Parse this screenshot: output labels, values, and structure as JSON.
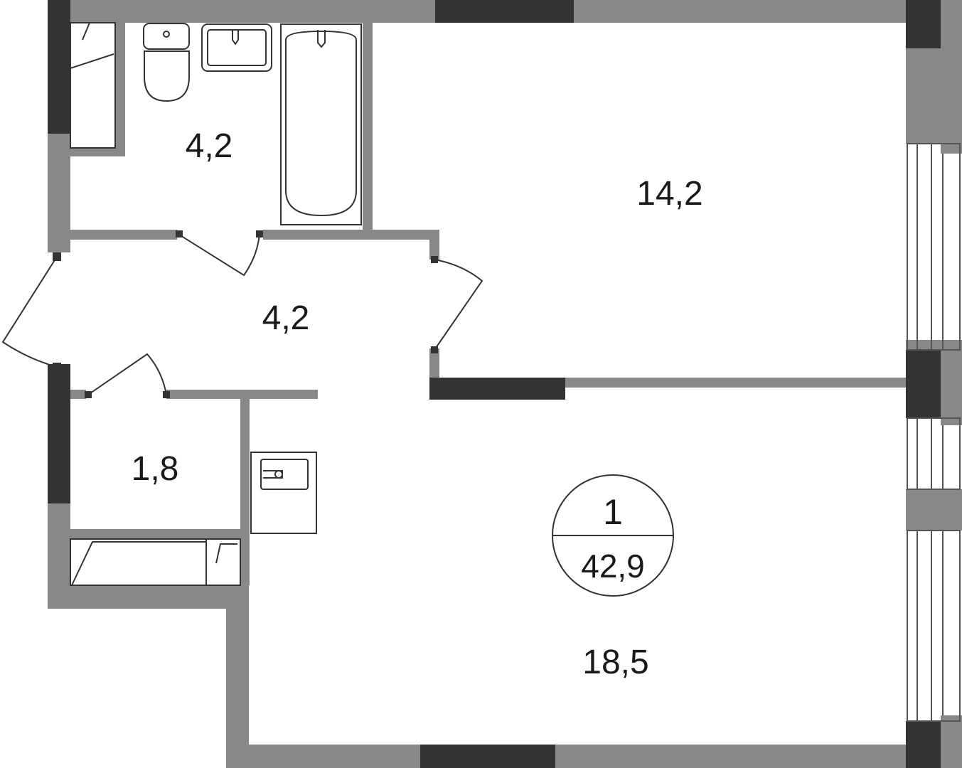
{
  "colors": {
    "wall": "#888888",
    "load_bearing_wall": "#333333",
    "fixture_stroke": "#333333",
    "background": "#ffffff"
  },
  "rooms": {
    "bathroom": {
      "area": "4,2"
    },
    "bedroom": {
      "area": "14,2"
    },
    "hallway": {
      "area": "4,2"
    },
    "storage": {
      "area": "1,8"
    },
    "living_kitchen": {
      "area": "18,5"
    }
  },
  "apartment": {
    "room_count": "1",
    "total_area": "42,9"
  },
  "fixtures": [
    "toilet",
    "washbasin",
    "bathtub",
    "kitchen-sink",
    "wardrobe",
    "wardrobe"
  ]
}
